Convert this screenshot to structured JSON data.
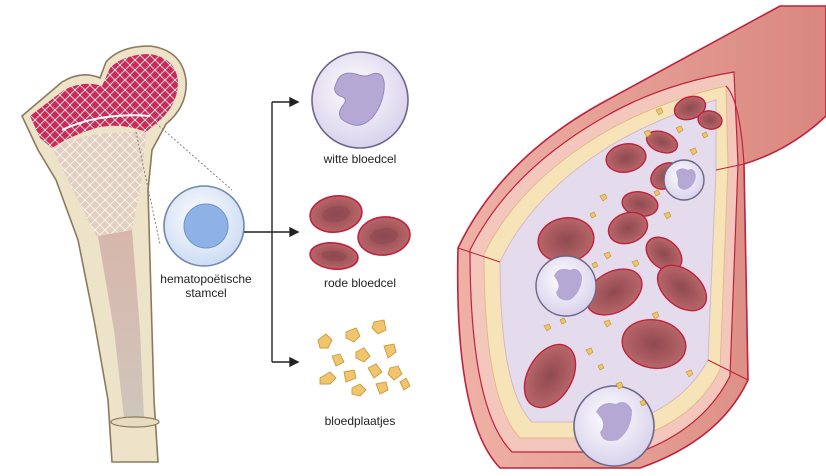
{
  "labels": {
    "stem_cell_line1": "hematopoëtische",
    "stem_cell_line2": "stamcel",
    "white_cell": "witte bloedcel",
    "red_cell": "rode bloedcel",
    "platelets": "bloedplaatjes"
  },
  "colors": {
    "bone_fill": "#ede3c8",
    "bone_outline": "#8c7a5e",
    "marrow_red": "#c8164a",
    "red_cell_fill": "#a95b5f",
    "red_cell_rim": "#c0213d",
    "white_cell_fill": "#e6e1f2",
    "white_cell_nucleus": "#b5a8d5",
    "stem_cell_fill": "#dbe6f7",
    "stem_cell_nucleus": "#8fb2e6",
    "platelet_fill": "#f1c56e",
    "vessel_outer": "#e9a49a",
    "vessel_wall": "#f4c7bd",
    "vessel_lumen": "#e4dcec",
    "arrow": "#222222"
  }
}
